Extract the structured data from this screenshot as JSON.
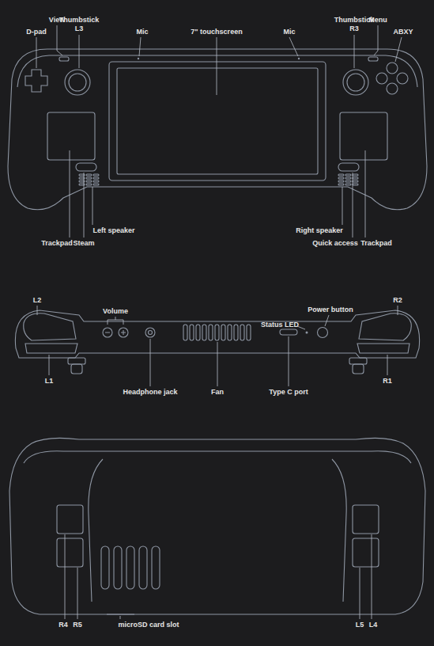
{
  "diagram": {
    "labels": [
      "D-pad",
      "View",
      "Thumbstick L3",
      "Mic",
      "7\" touchscreen",
      "Mic",
      "Thumbstick R3",
      "Menu",
      "ABXY",
      "Trackpad",
      "Steam",
      "Left speaker",
      "Right speaker",
      "Quick access",
      "Trackpad",
      "L2",
      "Volume",
      "Status LED",
      "Power button",
      "R2",
      "L1",
      "Headphone jack",
      "Fan",
      "Type C port",
      "R1",
      "R4",
      "R5",
      "microSD card slot",
      "L5",
      "L4"
    ]
  }
}
